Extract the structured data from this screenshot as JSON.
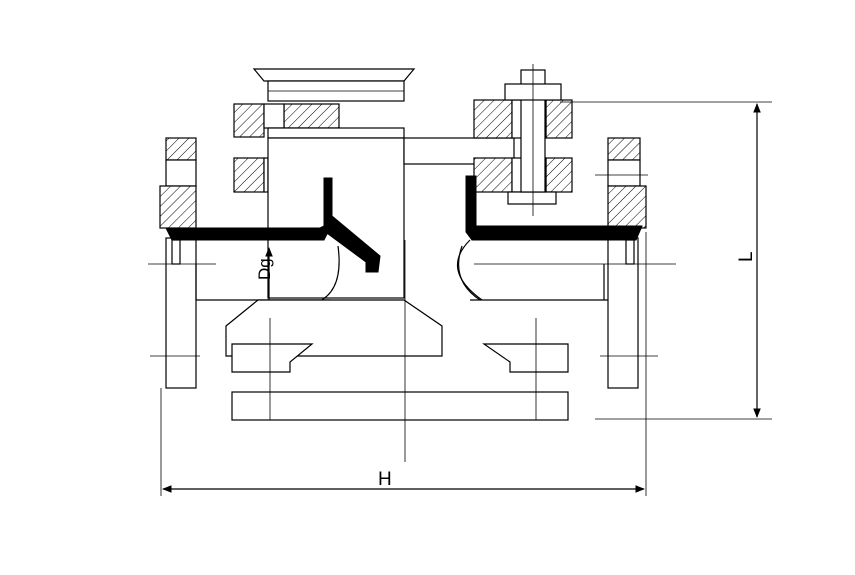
{
  "diagram": {
    "labels": {
      "dg": "Dg",
      "l": "L",
      "h": "H"
    },
    "colors": {
      "line": "#000000",
      "background": "#ffffff"
    }
  }
}
